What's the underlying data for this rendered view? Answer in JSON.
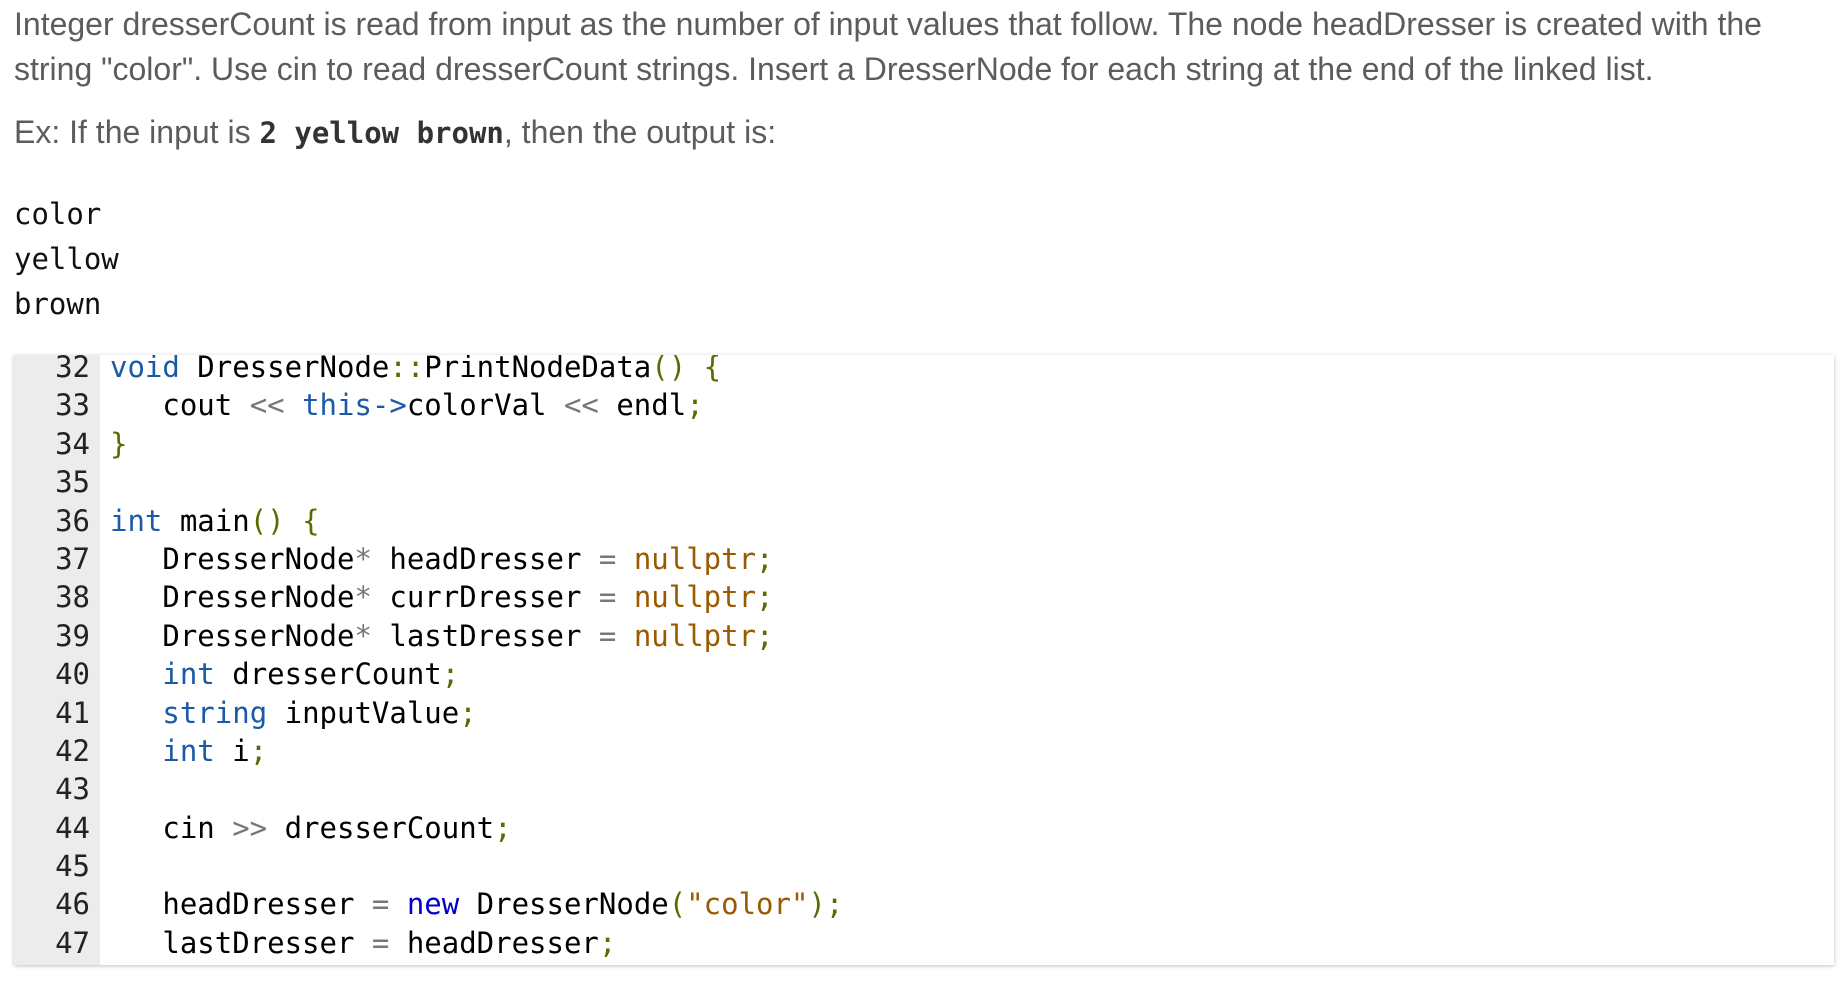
{
  "prompt": {
    "paragraph": "Integer dresserCount is read from input as the number of input values that follow. The node headDresser is created with the string \"color\". Use cin to read dresserCount strings. Insert a DresserNode for each string at the end of the linked list.",
    "example_prefix": "Ex: If the input is ",
    "example_input": "2 yellow brown",
    "example_suffix": ", then the output is:"
  },
  "expected_output": [
    "color",
    "yellow",
    "brown"
  ],
  "colors": {
    "keyword": "#1a5aa6",
    "new_keyword": "#0000c8",
    "punctuation": "#5b6b00",
    "literal": "#9a5a00",
    "plain": "#000000",
    "operator": "#777777"
  },
  "code": {
    "lines": [
      {
        "num": "32",
        "tokens": [
          {
            "t": "void",
            "c": "keyword"
          },
          {
            "t": " DresserNode",
            "c": "plain"
          },
          {
            "t": "::",
            "c": "punctuation"
          },
          {
            "t": "PrintNodeData",
            "c": "plain"
          },
          {
            "t": "() {",
            "c": "punctuation"
          }
        ]
      },
      {
        "num": "33",
        "tokens": [
          {
            "t": "   cout ",
            "c": "plain"
          },
          {
            "t": "<<",
            "c": "operator"
          },
          {
            "t": " this->",
            "c": "keyword"
          },
          {
            "t": "colorVal ",
            "c": "plain"
          },
          {
            "t": "<<",
            "c": "operator"
          },
          {
            "t": " endl",
            "c": "plain"
          },
          {
            "t": ";",
            "c": "punctuation"
          }
        ]
      },
      {
        "num": "34",
        "tokens": [
          {
            "t": "}",
            "c": "punctuation"
          }
        ]
      },
      {
        "num": "35",
        "tokens": []
      },
      {
        "num": "36",
        "tokens": [
          {
            "t": "int",
            "c": "keyword"
          },
          {
            "t": " main",
            "c": "plain"
          },
          {
            "t": "() {",
            "c": "punctuation"
          }
        ]
      },
      {
        "num": "37",
        "tokens": [
          {
            "t": "   DresserNode",
            "c": "plain"
          },
          {
            "t": "*",
            "c": "operator"
          },
          {
            "t": " headDresser ",
            "c": "plain"
          },
          {
            "t": "=",
            "c": "operator"
          },
          {
            "t": " nullptr",
            "c": "literal"
          },
          {
            "t": ";",
            "c": "punctuation"
          }
        ]
      },
      {
        "num": "38",
        "tokens": [
          {
            "t": "   DresserNode",
            "c": "plain"
          },
          {
            "t": "*",
            "c": "operator"
          },
          {
            "t": " currDresser ",
            "c": "plain"
          },
          {
            "t": "=",
            "c": "operator"
          },
          {
            "t": " nullptr",
            "c": "literal"
          },
          {
            "t": ";",
            "c": "punctuation"
          }
        ]
      },
      {
        "num": "39",
        "tokens": [
          {
            "t": "   DresserNode",
            "c": "plain"
          },
          {
            "t": "*",
            "c": "operator"
          },
          {
            "t": " lastDresser ",
            "c": "plain"
          },
          {
            "t": "=",
            "c": "operator"
          },
          {
            "t": " nullptr",
            "c": "literal"
          },
          {
            "t": ";",
            "c": "punctuation"
          }
        ]
      },
      {
        "num": "40",
        "tokens": [
          {
            "t": "   ",
            "c": "plain"
          },
          {
            "t": "int",
            "c": "keyword"
          },
          {
            "t": " dresserCount",
            "c": "plain"
          },
          {
            "t": ";",
            "c": "punctuation"
          }
        ]
      },
      {
        "num": "41",
        "tokens": [
          {
            "t": "   ",
            "c": "plain"
          },
          {
            "t": "string",
            "c": "keyword"
          },
          {
            "t": " inputValue",
            "c": "plain"
          },
          {
            "t": ";",
            "c": "punctuation"
          }
        ]
      },
      {
        "num": "42",
        "tokens": [
          {
            "t": "   ",
            "c": "plain"
          },
          {
            "t": "int",
            "c": "keyword"
          },
          {
            "t": " i",
            "c": "plain"
          },
          {
            "t": ";",
            "c": "punctuation"
          }
        ]
      },
      {
        "num": "43",
        "tokens": []
      },
      {
        "num": "44",
        "tokens": [
          {
            "t": "   cin ",
            "c": "plain"
          },
          {
            "t": ">>",
            "c": "operator"
          },
          {
            "t": " dresserCount",
            "c": "plain"
          },
          {
            "t": ";",
            "c": "punctuation"
          }
        ]
      },
      {
        "num": "45",
        "tokens": []
      },
      {
        "num": "46",
        "tokens": [
          {
            "t": "   headDresser ",
            "c": "plain"
          },
          {
            "t": "=",
            "c": "operator"
          },
          {
            "t": " new",
            "c": "new_keyword"
          },
          {
            "t": " DresserNode",
            "c": "plain"
          },
          {
            "t": "(",
            "c": "punctuation"
          },
          {
            "t": "\"color\"",
            "c": "literal"
          },
          {
            "t": ");",
            "c": "punctuation"
          }
        ]
      },
      {
        "num": "47",
        "tokens": [
          {
            "t": "   lastDresser ",
            "c": "plain"
          },
          {
            "t": "=",
            "c": "operator"
          },
          {
            "t": " headDresser",
            "c": "plain"
          },
          {
            "t": ";",
            "c": "punctuation"
          }
        ]
      }
    ]
  }
}
